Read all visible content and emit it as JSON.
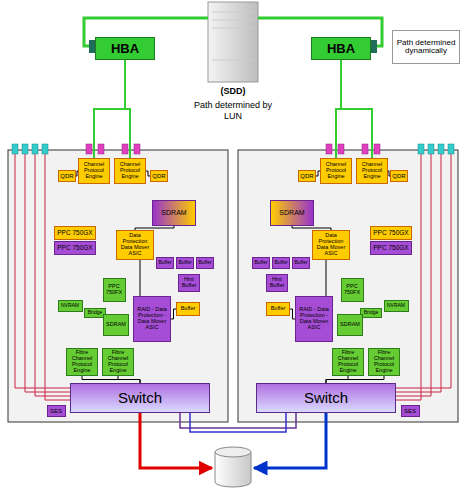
{
  "diagram": {
    "nodes": [
      {
        "text": [
          "HBA"
        ]
      },
      {
        "text": [
          "HBA"
        ]
      },
      {
        "text": [
          "Path determined dynamically"
        ]
      },
      {
        "text": [
          "QDR"
        ]
      },
      {
        "text": [
          "Channel Protocol Engine"
        ]
      },
      {
        "text": [
          "Channel Protocol Engine"
        ]
      },
      {
        "text": [
          "QDR"
        ]
      },
      {
        "text": [
          "PPC 750GX"
        ]
      },
      {
        "text": [
          "PPC 750GX"
        ]
      },
      {
        "text": [
          "SDRAM"
        ]
      },
      {
        "text": [
          "Data Protection Data Mover ASIC"
        ]
      },
      {
        "text": [
          "Buffer"
        ]
      },
      {
        "text": [
          "Buffer"
        ]
      },
      {
        "text": [
          "Buffer"
        ]
      },
      {
        "text": [
          "Hint Buffer"
        ]
      },
      {
        "text": [
          "PPC 750FX"
        ]
      },
      {
        "text": [
          "NVRAM"
        ]
      },
      {
        "text": [
          "Bridge"
        ]
      },
      {
        "text": [
          "SDRAM"
        ]
      },
      {
        "text": [
          "RAID - Data Protection - Data Mover ASIC"
        ]
      },
      {
        "text": [
          "Buffer"
        ]
      },
      {
        "text": [
          "Fibre Channel Protocol Engine"
        ]
      },
      {
        "text": [
          "Fibre Channel Protocol Engine"
        ]
      },
      {
        "text": [
          "Switch"
        ]
      },
      {
        "text": [
          "SES"
        ]
      },
      {
        "text": [
          "QDR"
        ]
      },
      {
        "text": [
          "Channel Protocol Engine"
        ]
      },
      {
        "text": [
          "Channel Protocol Engine"
        ]
      },
      {
        "text": [
          "QDR"
        ]
      },
      {
        "text": [
          "PPC 750GX"
        ]
      },
      {
        "text": [
          "PPC 750GX"
        ]
      },
      {
        "text": [
          "SDRAM"
        ]
      },
      {
        "text": [
          "Data Protection Data Mover ASIC"
        ]
      },
      {
        "text": [
          "Buffer"
        ]
      },
      {
        "text": [
          "Buffer"
        ]
      },
      {
        "text": [
          "Buffer"
        ]
      },
      {
        "text": [
          "Hint Buffer"
        ]
      },
      {
        "text": [
          "PPC 750FX"
        ]
      },
      {
        "text": [
          "NVRAM"
        ]
      },
      {
        "text": [
          "Bridge"
        ]
      },
      {
        "text": [
          "SDRAM"
        ]
      },
      {
        "text": [
          "RAID - Data Protection - Data Mover ASIC"
        ]
      },
      {
        "text": [
          "Buffer"
        ]
      },
      {
        "text": [
          "Fibre Channel Protocol Engine"
        ]
      },
      {
        "text": [
          "Fibre Channel Protocol Engine"
        ]
      },
      {
        "text": [
          "Switch"
        ]
      },
      {
        "text": [
          "SES"
        ]
      }
    ],
    "edges": [
      {
        "from": 0,
        "to": 4,
        "arrow": "none"
      },
      {
        "from": 0,
        "to": 5,
        "arrow": "none"
      },
      {
        "from": 4,
        "to": 3,
        "arrow": "none"
      },
      {
        "from": 5,
        "to": 6,
        "arrow": "none"
      },
      {
        "from": 10,
        "to": 9,
        "arrow": "none"
      },
      {
        "from": 19,
        "to": 20,
        "arrow": "none"
      },
      {
        "from": 21,
        "to": 23,
        "arrow": "none"
      },
      {
        "from": 22,
        "to": 23,
        "arrow": "none"
      },
      {
        "from": 1,
        "to": 26,
        "arrow": "none"
      },
      {
        "from": 1,
        "to": 27,
        "arrow": "none"
      },
      {
        "from": 26,
        "to": 25,
        "arrow": "none"
      },
      {
        "from": 27,
        "to": 28,
        "arrow": "none"
      },
      {
        "from": 32,
        "to": 31,
        "arrow": "none"
      },
      {
        "from": 41,
        "to": 42,
        "arrow": "none"
      },
      {
        "from": 43,
        "to": 45,
        "arrow": "none"
      },
      {
        "from": 44,
        "to": 45,
        "arrow": "none"
      }
    ],
    "labels": [
      "(SDD)",
      "Path determined by LUN"
    ]
  }
}
